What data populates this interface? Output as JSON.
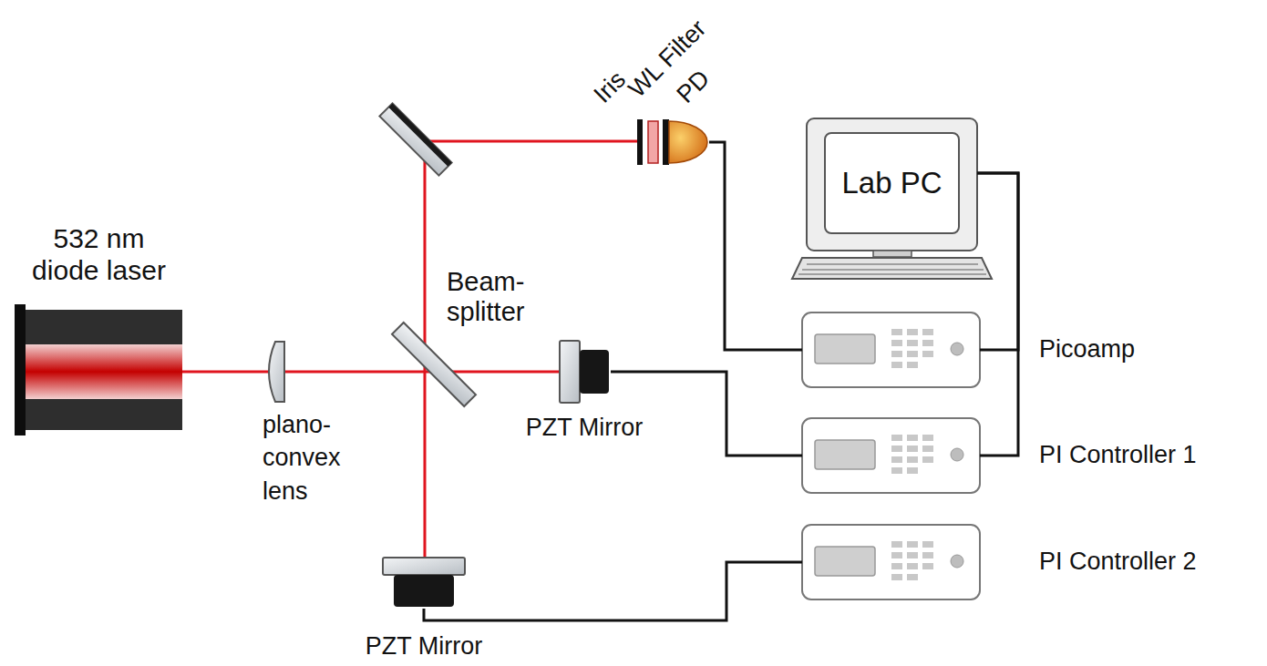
{
  "diagram": {
    "nodes": [
      {
        "text": [
          "532 nm diode laser"
        ]
      },
      {
        "text": [
          "plano- convex lens"
        ]
      },
      {
        "text": [
          "Beam- splitter"
        ]
      },
      {
        "text": [
          "PZT Mirror"
        ]
      },
      {
        "text": [
          "PZT Mirror"
        ]
      },
      {
        "text": [
          "Iris",
          "WL Filter",
          "PD"
        ]
      },
      {
        "text": [
          "Lab PC"
        ]
      },
      {
        "text": [
          "Picoamp"
        ]
      },
      {
        "text": [
          "PI Controller 1"
        ]
      },
      {
        "text": [
          "PI Controller 2"
        ]
      }
    ],
    "edges": [
      {
        "from": 5,
        "to": 7,
        "arrow": "none"
      },
      {
        "from": 3,
        "to": 8,
        "arrow": "none"
      },
      {
        "from": 4,
        "to": 9,
        "arrow": "none"
      },
      {
        "from": 6,
        "to": 7,
        "arrow": "none"
      },
      {
        "from": 6,
        "to": 8,
        "arrow": "none"
      }
    ]
  }
}
